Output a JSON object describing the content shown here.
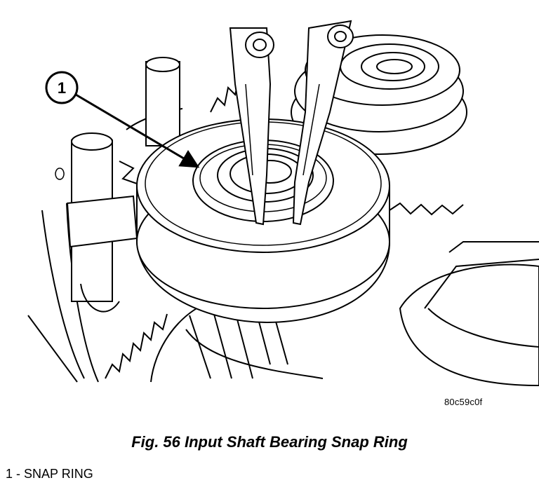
{
  "figure": {
    "callout_number": "1",
    "image_code": "80c59c0f",
    "caption": "Fig. 56 Input Shaft Bearing Snap Ring",
    "legend": [
      {
        "text": "1 - SNAP RING"
      }
    ]
  }
}
